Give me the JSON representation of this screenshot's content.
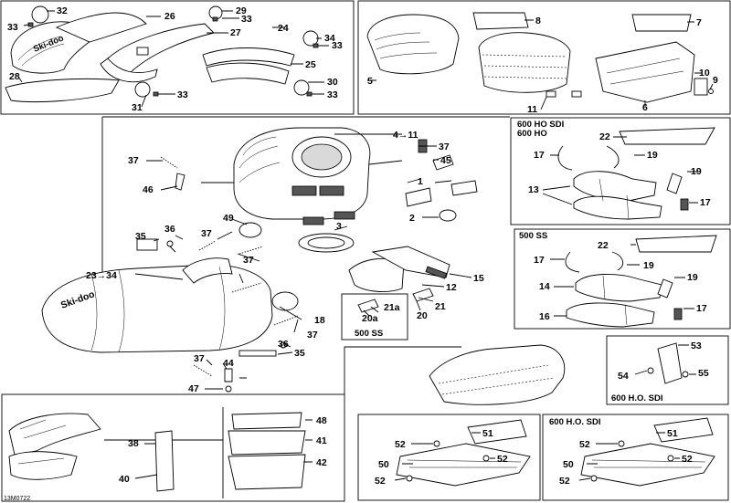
{
  "callouts": {
    "c1": "1",
    "c2": "2",
    "c3": "3",
    "c4to11": "4→11",
    "c5": "5",
    "c6": "6",
    "c7": "7",
    "c8": "8",
    "c9": "9",
    "c10": "10",
    "c11": "11",
    "c12": "12",
    "c13a": "13",
    "c14": "14",
    "c15": "15",
    "c16": "16",
    "c17a": "17",
    "c17b": "17",
    "c17c": "17",
    "c17d": "17",
    "c18": "18",
    "c19a": "19",
    "c19b": "19",
    "c19c": "19",
    "c19d": "19",
    "c20": "20",
    "c20a": "20a",
    "c21": "21",
    "c21a": "21a",
    "c22a": "22",
    "c22b": "22",
    "c23to34": "23→34",
    "c24": "24",
    "c25": "25",
    "c26": "26",
    "c27": "27",
    "c28": "28",
    "c29": "29",
    "c30": "30",
    "c31": "31",
    "c32": "32",
    "c33a": "33",
    "c33b": "33",
    "c33c": "33",
    "c33d": "33",
    "c33e": "33",
    "c34": "34",
    "c35a": "35",
    "c35b": "35",
    "c36a": "36",
    "c36b": "36",
    "c37a": "37",
    "c37b": "37",
    "c37c": "37",
    "c37d": "37",
    "c37e": "37",
    "c37f": "37",
    "c38": "38",
    "c40": "40",
    "c41": "41",
    "c42": "42",
    "c44": "44",
    "c45": "45",
    "c46": "46",
    "c47": "47",
    "c48": "48",
    "c49": "49",
    "c50a": "50",
    "c50b": "50",
    "c51a": "51",
    "c51b": "51",
    "c52a": "52",
    "c52b": "52",
    "c52c": "52",
    "c52d": "52",
    "c52e": "52",
    "c52f": "52",
    "c53": "53",
    "c54": "54",
    "c55": "55"
  },
  "panels": {
    "ho_sdi_line1": "600 HO SDI",
    "ho_sdi_line2": "600 HO",
    "ss_500": "500 SS",
    "ss_500_inset": "500 SS",
    "ho_sdi_a": "600 H.O. SDI",
    "ho_sdi_b": "600 H.O. SDI"
  },
  "brand_mark": "Ski-doo",
  "footer_code": "13M0722"
}
